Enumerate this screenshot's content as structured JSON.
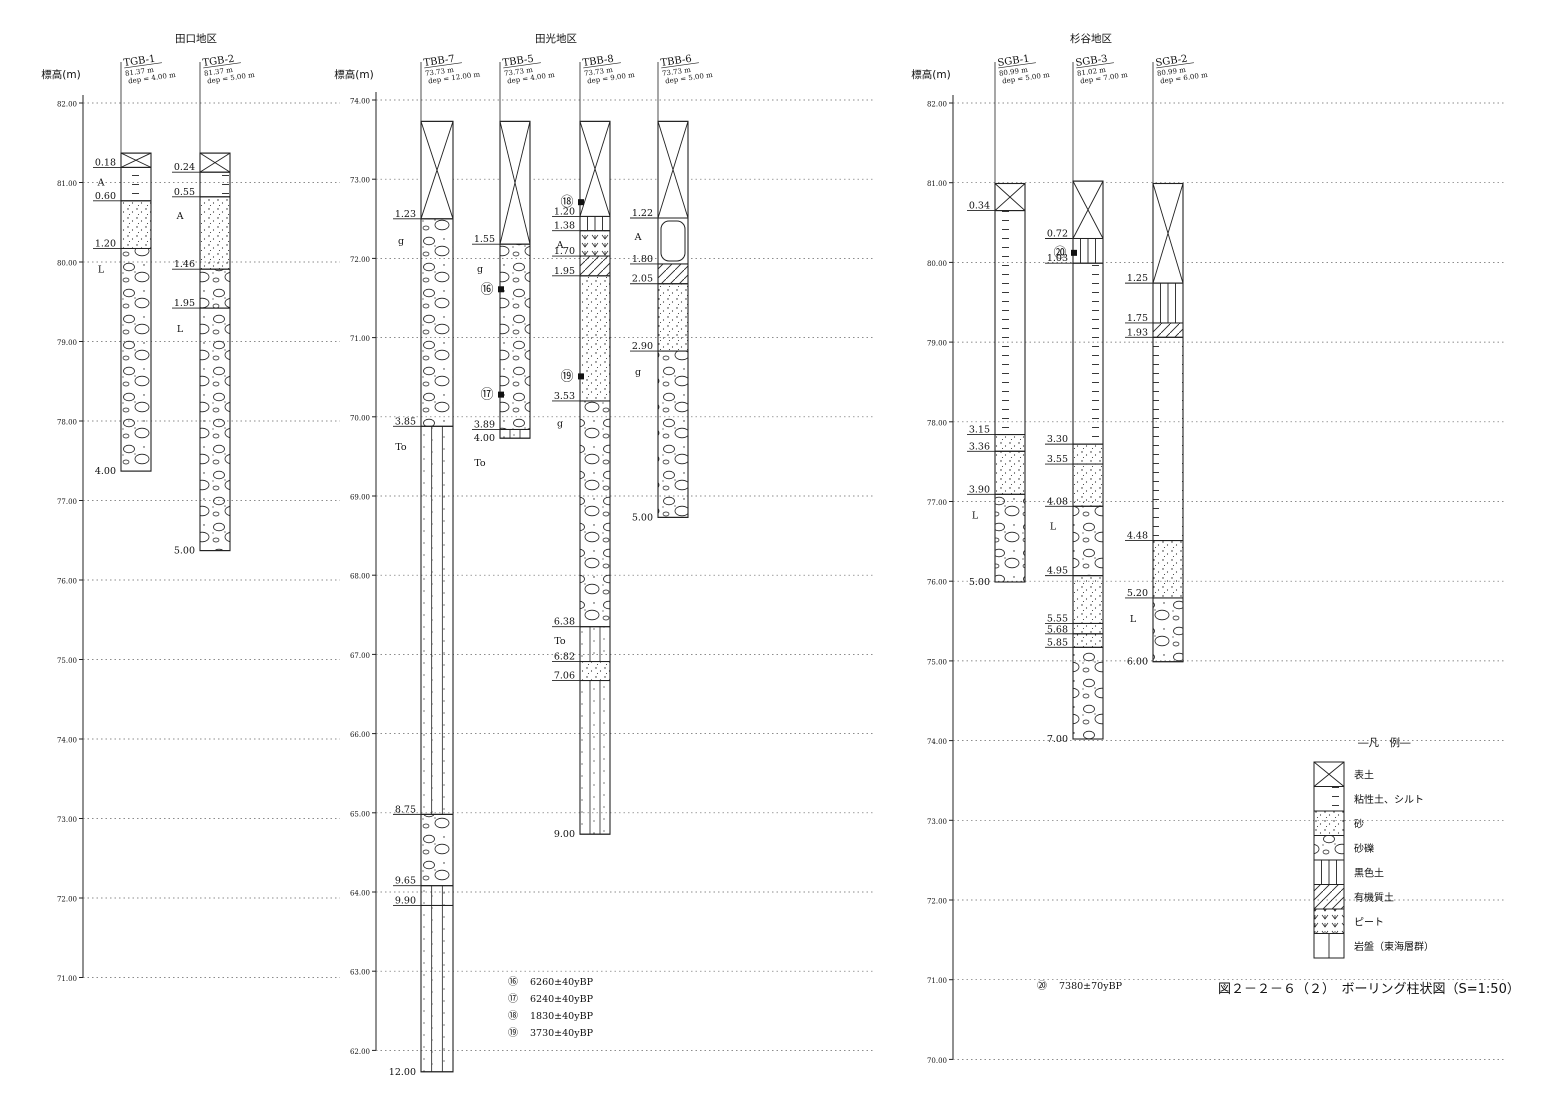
{
  "axis_label": "標高(m)",
  "regions": [
    {
      "name": "田口地区",
      "axis": {
        "ticks": [
          "82.00",
          "81.00",
          "80.00",
          "79.00",
          "78.00",
          "77.00",
          "76.00",
          "75.00",
          "74.00",
          "73.00",
          "72.00",
          "71.00"
        ]
      },
      "boreholes": [
        {
          "name": "TGB-1",
          "elev": "81.37 m",
          "dep": "dep = 4.00 m",
          "layers": [
            {
              "from": 0,
              "to": 0.18,
              "type": "topsoil"
            },
            {
              "from": 0.18,
              "to": 0.6,
              "type": "clay"
            },
            {
              "from": 0.6,
              "to": 1.2,
              "type": "sand"
            },
            {
              "from": 1.2,
              "to": 4.0,
              "type": "gravel"
            }
          ],
          "depth_labels": [
            "0.18",
            "0.60",
            "1.20",
            "4.00"
          ],
          "unit_labels": [
            "A",
            "L"
          ]
        },
        {
          "name": "TGB-2",
          "elev": "81.37 m",
          "dep": "dep = 5.00 m",
          "layers": [
            {
              "from": 0,
              "to": 0.24,
              "type": "topsoil"
            },
            {
              "from": 0.24,
              "to": 0.55,
              "type": "clay"
            },
            {
              "from": 0.55,
              "to": 1.46,
              "type": "sand"
            },
            {
              "from": 1.46,
              "to": 1.95,
              "type": "gravel"
            },
            {
              "from": 1.95,
              "to": 5.0,
              "type": "gravel"
            }
          ],
          "depth_labels": [
            "0.24",
            "0.55",
            "1.46",
            "1.95",
            "5.00"
          ],
          "unit_labels": [
            "A",
            "L"
          ]
        }
      ]
    },
    {
      "name": "田光地区",
      "axis": {
        "ticks": [
          "74.00",
          "73.00",
          "72.00",
          "71.00",
          "70.00",
          "69.00",
          "68.00",
          "67.00",
          "66.00",
          "65.00",
          "64.00",
          "63.00",
          "62.00"
        ]
      },
      "boreholes": [
        {
          "name": "TBB-7",
          "elev": "73.73 m",
          "dep": "dep = 12.00 m",
          "layers": [
            {
              "from": 0,
              "to": 1.23,
              "type": "topsoil"
            },
            {
              "from": 1.23,
              "to": 3.85,
              "type": "gravel"
            },
            {
              "from": 3.85,
              "to": 8.75,
              "type": "bedrock_sand"
            },
            {
              "from": 8.75,
              "to": 9.65,
              "type": "gravel"
            },
            {
              "from": 9.65,
              "to": 9.9,
              "type": "bedrock_sand"
            },
            {
              "from": 9.9,
              "to": 12.0,
              "type": "bedrock_sand"
            }
          ],
          "depth_labels": [
            "1.23",
            "3.85",
            "8.75",
            "9.65",
            "9.90",
            "12.00"
          ],
          "unit_labels": [
            "g",
            "To"
          ]
        },
        {
          "name": "TBB-5",
          "elev": "73.73 m",
          "dep": "dep = 4.00 m",
          "layers": [
            {
              "from": 0,
              "to": 1.55,
              "type": "topsoil"
            },
            {
              "from": 1.55,
              "to": 3.89,
              "type": "gravel"
            },
            {
              "from": 3.89,
              "to": 4.0,
              "type": "bedrock_sand"
            }
          ],
          "depth_labels": [
            "1.55",
            "3.89",
            "4.00"
          ],
          "unit_labels": [
            "g",
            "To"
          ]
        },
        {
          "name": "TBB-8",
          "elev": "73.73 m",
          "dep": "dep = 9.00 m",
          "layers": [
            {
              "from": 0,
              "to": 1.2,
              "type": "topsoil"
            },
            {
              "from": 1.2,
              "to": 1.38,
              "type": "black"
            },
            {
              "from": 1.38,
              "to": 1.7,
              "type": "peat"
            },
            {
              "from": 1.7,
              "to": 1.95,
              "type": "organic"
            },
            {
              "from": 1.95,
              "to": 3.53,
              "type": "sand"
            },
            {
              "from": 3.53,
              "to": 6.38,
              "type": "gravel"
            },
            {
              "from": 6.38,
              "to": 6.82,
              "type": "bedrock_sand"
            },
            {
              "from": 6.82,
              "to": 7.06,
              "type": "sand"
            },
            {
              "from": 7.06,
              "to": 9.0,
              "type": "bedrock_sand"
            }
          ],
          "depth_labels": [
            "1.20",
            "1.38",
            "1.70",
            "1.95",
            "3.53",
            "6.38",
            "6.82",
            "7.06",
            "9.00"
          ],
          "unit_labels": [
            "A",
            "g",
            "To"
          ]
        },
        {
          "name": "TBB-6",
          "elev": "73.73 m",
          "dep": "dep = 5.00 m",
          "layers": [
            {
              "from": 0,
              "to": 1.22,
              "type": "topsoil"
            },
            {
              "from": 1.22,
              "to": 1.8,
              "type": "boulder"
            },
            {
              "from": 1.8,
              "to": 2.05,
              "type": "organic"
            },
            {
              "from": 2.05,
              "to": 2.9,
              "type": "sand"
            },
            {
              "from": 2.9,
              "to": 5.0,
              "type": "gravel"
            }
          ],
          "depth_labels": [
            "1.22",
            "1.80",
            "2.05",
            "2.90",
            "5.00"
          ],
          "unit_labels": [
            "A",
            "g"
          ]
        }
      ],
      "dates": [
        {
          "no": "⑯",
          "text": "6260±40yBP"
        },
        {
          "no": "⑰",
          "text": "6240±40yBP"
        },
        {
          "no": "⑱",
          "text": "1830±40yBP"
        },
        {
          "no": "⑲",
          "text": "3730±40yBP"
        }
      ]
    },
    {
      "name": "杉谷地区",
      "axis": {
        "ticks": [
          "82.00",
          "81.00",
          "80.00",
          "79.00",
          "78.00",
          "77.00",
          "76.00",
          "75.00",
          "74.00",
          "73.00",
          "72.00",
          "71.00",
          "70.00"
        ]
      },
      "boreholes": [
        {
          "name": "SGB-1",
          "elev": "80.99 m",
          "dep": "dep = 5.00 m",
          "layers": [
            {
              "from": 0,
              "to": 0.34,
              "type": "topsoil"
            },
            {
              "from": 0.34,
              "to": 3.15,
              "type": "clay"
            },
            {
              "from": 3.15,
              "to": 3.36,
              "type": "sand"
            },
            {
              "from": 3.36,
              "to": 3.9,
              "type": "sand"
            },
            {
              "from": 3.9,
              "to": 5.0,
              "type": "gravel"
            }
          ],
          "depth_labels": [
            "0.34",
            "3.15",
            "3.36",
            "3.90",
            "5.00"
          ],
          "unit_labels": [
            "L"
          ]
        },
        {
          "name": "SGB-3",
          "elev": "81.02 m",
          "dep": "dep = 7.00 m",
          "layers": [
            {
              "from": 0,
              "to": 0.72,
              "type": "topsoil"
            },
            {
              "from": 0.72,
              "to": 1.03,
              "type": "black"
            },
            {
              "from": 1.03,
              "to": 3.3,
              "type": "clay"
            },
            {
              "from": 3.3,
              "to": 3.55,
              "type": "sand"
            },
            {
              "from": 3.55,
              "to": 4.08,
              "type": "sand"
            },
            {
              "from": 4.08,
              "to": 4.95,
              "type": "gravel"
            },
            {
              "from": 4.95,
              "to": 5.55,
              "type": "sand"
            },
            {
              "from": 5.55,
              "to": 5.68,
              "type": "sand"
            },
            {
              "from": 5.68,
              "to": 5.85,
              "type": "sand"
            },
            {
              "from": 5.85,
              "to": 7.0,
              "type": "gravel"
            }
          ],
          "depth_labels": [
            "0.72",
            "1.03",
            "3.30",
            "3.55",
            "4.08",
            "4.95",
            "5.55",
            "5.68",
            "5.85",
            "7.00"
          ],
          "unit_labels": [
            "L"
          ]
        },
        {
          "name": "SGB-2",
          "elev": "80.99 m",
          "dep": "dep = 6.00 m",
          "layers": [
            {
              "from": 0,
              "to": 1.25,
              "type": "topsoil"
            },
            {
              "from": 1.25,
              "to": 1.75,
              "type": "black"
            },
            {
              "from": 1.75,
              "to": 1.93,
              "type": "organic"
            },
            {
              "from": 1.93,
              "to": 4.48,
              "type": "clay"
            },
            {
              "from": 4.48,
              "to": 5.2,
              "type": "sand"
            },
            {
              "from": 5.2,
              "to": 6.0,
              "type": "gravel"
            }
          ],
          "depth_labels": [
            "1.25",
            "1.75",
            "1.93",
            "4.48",
            "5.20",
            "6.00"
          ],
          "unit_labels": [
            "L"
          ]
        }
      ],
      "dates": [
        {
          "no": "⑳",
          "text": "7380±70yBP"
        }
      ]
    }
  ],
  "legend": {
    "title": "―凡　例―",
    "items": [
      {
        "type": "topsoil",
        "label": "表土"
      },
      {
        "type": "clay",
        "label": "粘性土、シルト"
      },
      {
        "type": "sand",
        "label": "砂"
      },
      {
        "type": "gravel",
        "label": "砂礫"
      },
      {
        "type": "black",
        "label": "黒色土"
      },
      {
        "type": "organic",
        "label": "有機質土"
      },
      {
        "type": "peat",
        "label": "ピート"
      },
      {
        "type": "bedrock",
        "label": "岩盤（東海層群）"
      }
    ]
  },
  "figure_title": "図２－２－６（２）　ボーリング柱状図（S=1:50）",
  "sample_markers": [
    "⑯",
    "⑰",
    "⑱",
    "⑲",
    "⑳"
  ]
}
